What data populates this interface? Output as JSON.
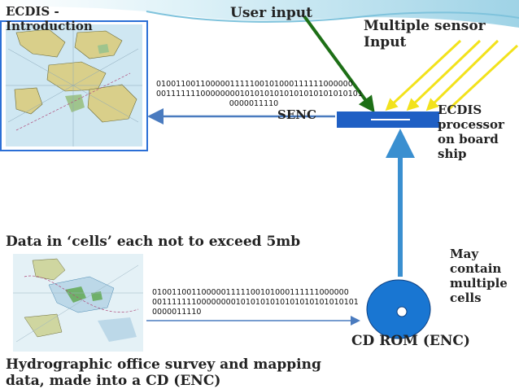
{
  "labels": {
    "slide_title": [
      "ECDIS -",
      "Introduction"
    ],
    "user_input": "User input",
    "sensor_input": [
      "Multiple sensor",
      "Input"
    ],
    "ecdis_processor": [
      "ECDIS",
      "processor",
      "on board",
      "ship"
    ],
    "senc": "SENC",
    "data_cells": "Data in ‘cells’ each not to exceed 5mb",
    "may_contain": [
      "May",
      "contain",
      "multiple",
      "cells"
    ],
    "cd_rom": "CD ROM (ENC)",
    "hydrographic": [
      "Hydrographic office survey and mapping",
      "data, made into a CD (ENC)"
    ]
  },
  "binary_top": [
    "0100110011000001111100101000111111000000",
    "001111111000000001010101010101010101010101",
    "0000011110"
  ],
  "binary_bottom": [
    "0100110011000001111100101000111111000000",
    "001111111000000001010101010101010101010101",
    "0000011110"
  ],
  "colors": {
    "arrow_blue": "#4a7bbf",
    "processor_blue": "#1f5fc4",
    "disc_blue": "#1976d2",
    "user_arrow": "#2e8b22",
    "sensor_rays": "#f2e21c",
    "frame_blue": "#2b6fd6",
    "banner": "#bfe3ef"
  }
}
